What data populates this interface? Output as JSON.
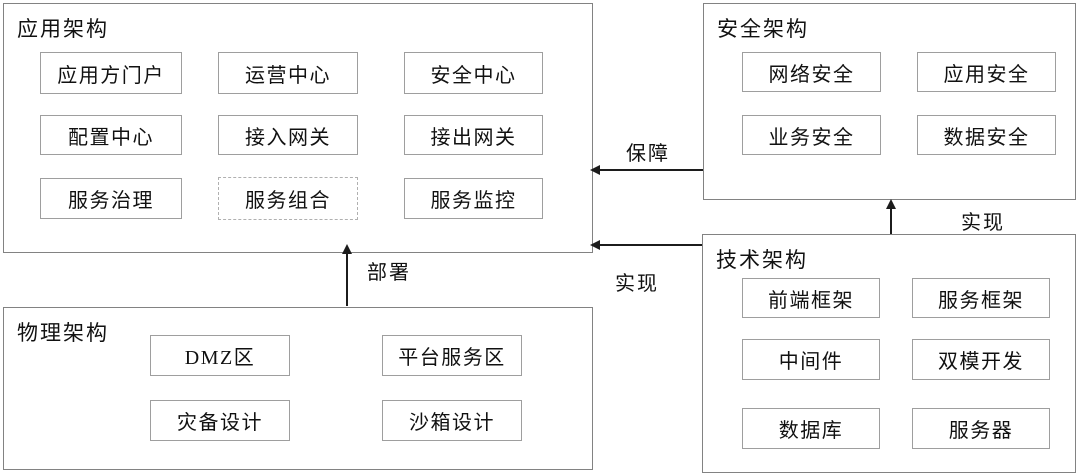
{
  "colors": {
    "background": "#ffffff",
    "outer_box_border": "#828282",
    "inner_box_border": "#9e9e9e",
    "dashed_box_border": "#b0b0b0",
    "arrow": "#1c1c1c",
    "text": "#111111"
  },
  "groups": [
    {
      "title": "应用架构",
      "items": [
        {
          "label": "应用方门户",
          "style": "solid"
        },
        {
          "label": "运营中心",
          "style": "solid"
        },
        {
          "label": "安全中心",
          "style": "solid"
        },
        {
          "label": "配置中心",
          "style": "solid"
        },
        {
          "label": "接入网关",
          "style": "solid"
        },
        {
          "label": "接出网关",
          "style": "solid"
        },
        {
          "label": "服务治理",
          "style": "solid"
        },
        {
          "label": "服务组合",
          "style": "dashed"
        },
        {
          "label": "服务监控",
          "style": "solid"
        }
      ]
    },
    {
      "title": "安全架构",
      "items": [
        {
          "label": "网络安全",
          "style": "solid"
        },
        {
          "label": "应用安全",
          "style": "solid"
        },
        {
          "label": "业务安全",
          "style": "solid"
        },
        {
          "label": "数据安全",
          "style": "solid"
        }
      ]
    },
    {
      "title": "物理架构",
      "items": [
        {
          "label": "DMZ区",
          "style": "solid"
        },
        {
          "label": "平台服务区",
          "style": "solid"
        },
        {
          "label": "灾备设计",
          "style": "solid"
        },
        {
          "label": "沙箱设计",
          "style": "solid"
        }
      ]
    },
    {
      "title": "技术架构",
      "items": [
        {
          "label": "前端框架",
          "style": "solid"
        },
        {
          "label": "服务框架",
          "style": "solid"
        },
        {
          "label": "中间件",
          "style": "solid"
        },
        {
          "label": "双模开发",
          "style": "solid"
        },
        {
          "label": "数据库",
          "style": "solid"
        },
        {
          "label": "服务器",
          "style": "solid"
        }
      ]
    }
  ],
  "arrows": [
    {
      "label": "保障",
      "from": "安全架构",
      "to": "应用架构",
      "direction": "left"
    },
    {
      "label": "实现",
      "from": "技术架构",
      "to": "应用架构",
      "direction": "left"
    },
    {
      "label": "实现",
      "from": "技术架构",
      "to": "安全架构",
      "direction": "up"
    },
    {
      "label": "部署",
      "from": "物理架构",
      "to": "应用架构",
      "direction": "up"
    }
  ]
}
